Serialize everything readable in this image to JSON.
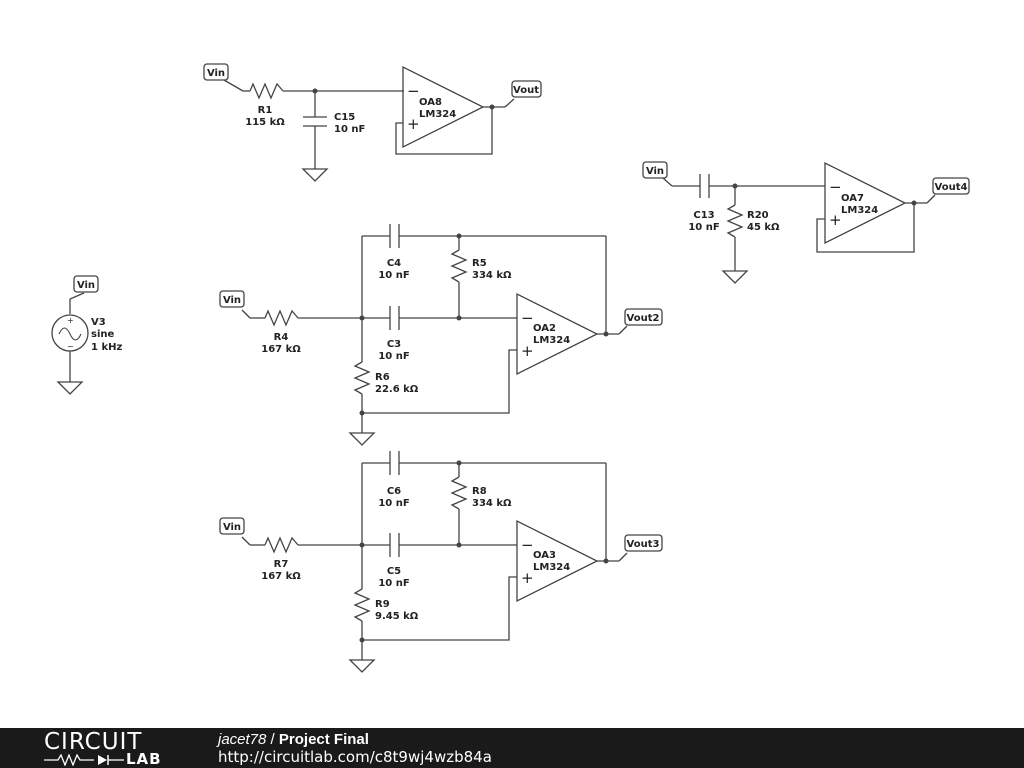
{
  "components": {
    "R1": {
      "ref": "R1",
      "value": "115 kΩ"
    },
    "C15": {
      "ref": "C15",
      "value": "10 nF"
    },
    "OA8": {
      "ref": "OA8",
      "model": "LM324"
    },
    "C13": {
      "ref": "C13",
      "value": "10 nF"
    },
    "R20": {
      "ref": "R20",
      "value": "45 kΩ"
    },
    "OA7": {
      "ref": "OA7",
      "model": "LM324"
    },
    "V3": {
      "ref": "V3",
      "type": "sine",
      "freq": "1 kHz"
    },
    "C4": {
      "ref": "C4",
      "value": "10 nF"
    },
    "R5": {
      "ref": "R5",
      "value": "334 kΩ"
    },
    "R4": {
      "ref": "R4",
      "value": "167 kΩ"
    },
    "C3": {
      "ref": "C3",
      "value": "10 nF"
    },
    "OA2": {
      "ref": "OA2",
      "model": "LM324"
    },
    "R6": {
      "ref": "R6",
      "value": "22.6 kΩ"
    },
    "C6": {
      "ref": "C6",
      "value": "10 nF"
    },
    "R8": {
      "ref": "R8",
      "value": "334 kΩ"
    },
    "R7": {
      "ref": "R7",
      "value": "167 kΩ"
    },
    "C5": {
      "ref": "C5",
      "value": "10 nF"
    },
    "OA3": {
      "ref": "OA3",
      "model": "LM324"
    },
    "R9": {
      "ref": "R9",
      "value": "9.45 kΩ"
    }
  },
  "nets": {
    "vin": "Vin",
    "vout": "Vout",
    "vout2": "Vout2",
    "vout3": "Vout3",
    "vout4": "Vout4"
  },
  "opamp_pins": {
    "minus": "−",
    "plus": "+"
  },
  "footer": {
    "logo_top": "CIRCUIT",
    "logo_bottom": "LAB",
    "author": "jacet78",
    "separator": " / ",
    "project": "Project Final",
    "url": "http://circuitlab.com/c8t9wj4wzb84a"
  }
}
